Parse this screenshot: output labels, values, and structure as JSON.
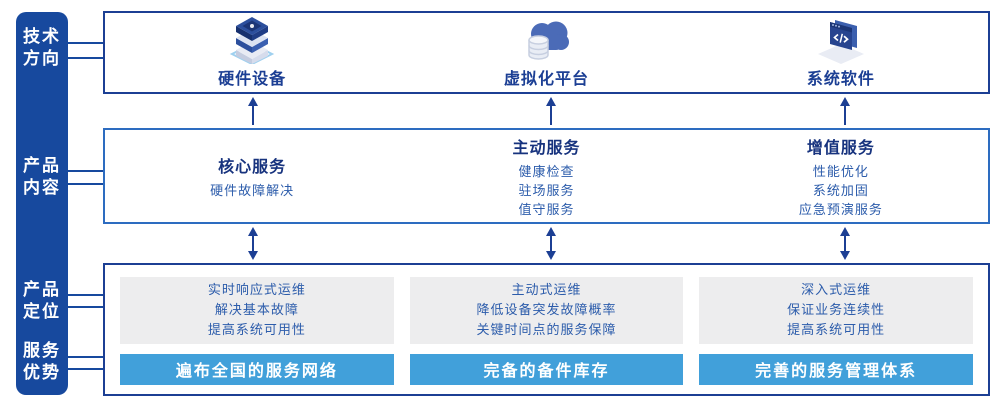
{
  "colors": {
    "sidebar_blue": "#17499e",
    "frame_dark_blue": "#1c3f94",
    "frame_mid_blue": "#2d6cc0",
    "title_navy": "#17337e",
    "body_blue": "#2c5cab",
    "panel_gray": "#ededee",
    "advantage_bar_blue": "#41a0da",
    "arrow_navy": "#1c3f94"
  },
  "sidebar": {
    "items": [
      {
        "label": "技术\n方向"
      },
      {
        "label": "产品\n内容"
      },
      {
        "label": "产品\n定位"
      },
      {
        "label": "服务\n优势"
      }
    ]
  },
  "tech_row": {
    "items": [
      {
        "label": "硬件设备",
        "icon": "server-stack-icon"
      },
      {
        "label": "虚拟化平台",
        "icon": "cloud-database-icon"
      },
      {
        "label": "系统软件",
        "icon": "code-window-icon"
      }
    ]
  },
  "services_row": {
    "columns": [
      {
        "title": "核心服务",
        "items": [
          "硬件故障解决"
        ]
      },
      {
        "title": "主动服务",
        "items": [
          "健康检查",
          "驻场服务",
          "值守服务"
        ]
      },
      {
        "title": "增值服务",
        "items": [
          "性能优化",
          "系统加固",
          "应急预演服务"
        ]
      }
    ]
  },
  "positioning_row": {
    "columns": [
      {
        "points": [
          "实时响应式运维",
          "解决基本故障",
          "提高系统可用性"
        ],
        "advantage": "遍布全国的服务网络"
      },
      {
        "points": [
          "主动式运维",
          "降低设备突发故障概率",
          "关键时间点的服务保障"
        ],
        "advantage": "完备的备件库存"
      },
      {
        "points": [
          "深入式运维",
          "保证业务连续性",
          "提高系统可用性"
        ],
        "advantage": "完善的服务管理体系"
      }
    ]
  }
}
